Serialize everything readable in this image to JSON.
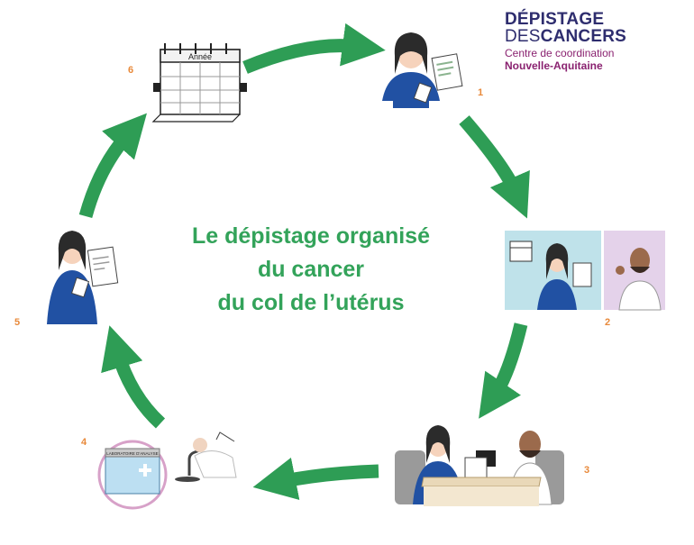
{
  "brand": {
    "line1": "DÉPISTAGE",
    "line2_a": "DES",
    "line2_b": "CANCERS",
    "line3": "Centre de coordination",
    "line4": "Nouvelle-Aquitaine"
  },
  "title": {
    "line1": "Le dépistage organisé",
    "line2": "du cancer",
    "line3": "du col de l’utérus"
  },
  "steps": [
    "1",
    "2",
    "3",
    "4",
    "5",
    "6"
  ],
  "calendar": {
    "label": "Année"
  },
  "lab": {
    "sign": "LABORATOIRE D'ANALYSE"
  },
  "colors": {
    "arrow": "#2e9d55",
    "title": "#33a35a",
    "step_number": "#e8893a",
    "brand_navy": "#2e2d6e",
    "brand_plum": "#8a2270",
    "shirt_blue": "#2151a3"
  }
}
